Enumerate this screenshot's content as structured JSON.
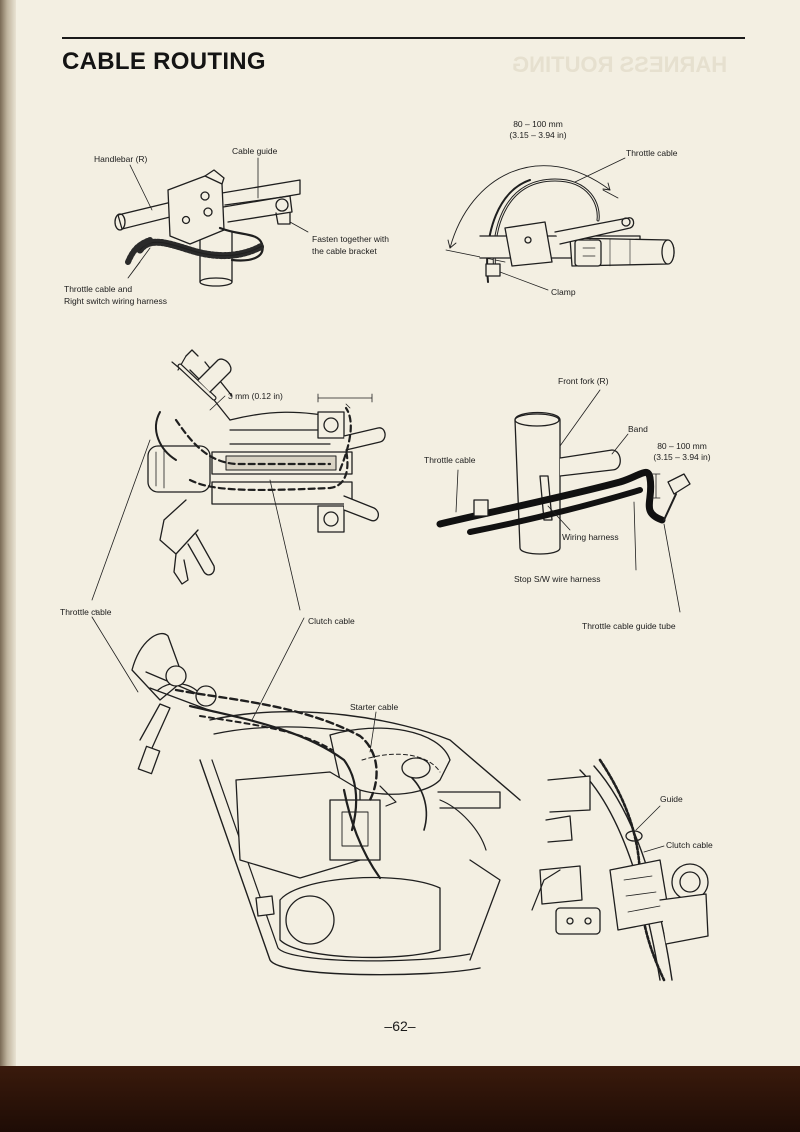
{
  "page": {
    "title": "CABLE ROUTING",
    "ghost_title": "HARNESS ROUTING",
    "page_number": "–62–"
  },
  "fig_handlebar": {
    "handlebar": "Handlebar (R)",
    "cable_guide": "Cable guide",
    "fasten_line1": "Fasten together with",
    "fasten_line2": "the cable bracket",
    "throttle_line1": "Throttle cable and",
    "throttle_line2": "Right switch wiring harness"
  },
  "fig_throttle": {
    "dim_line1": "80 – 100 mm",
    "dim_line2": "(3.15 – 3.94 in)",
    "throttle_cable": "Throttle cable",
    "clamp": "Clamp"
  },
  "fig_topview": {
    "gap": "3 mm (0.12 in)"
  },
  "fig_fork": {
    "front_fork": "Front fork (R)",
    "band": "Band",
    "dim_line1": "80 – 100 mm",
    "dim_line2": "(3.15 – 3.94 in)",
    "throttle_cable": "Throttle cable",
    "wiring_harness": "Wiring harness",
    "stop_sw": "Stop S/W wire harness",
    "guide_tube": "Throttle cable guide tube"
  },
  "fig_frame": {
    "throttle_cable": "Throttle cable",
    "clutch_cable": "Clutch cable",
    "starter_cable": "Starter cable"
  },
  "fig_carb": {
    "guide": "Guide",
    "clutch_cable": "Clutch cable"
  }
}
